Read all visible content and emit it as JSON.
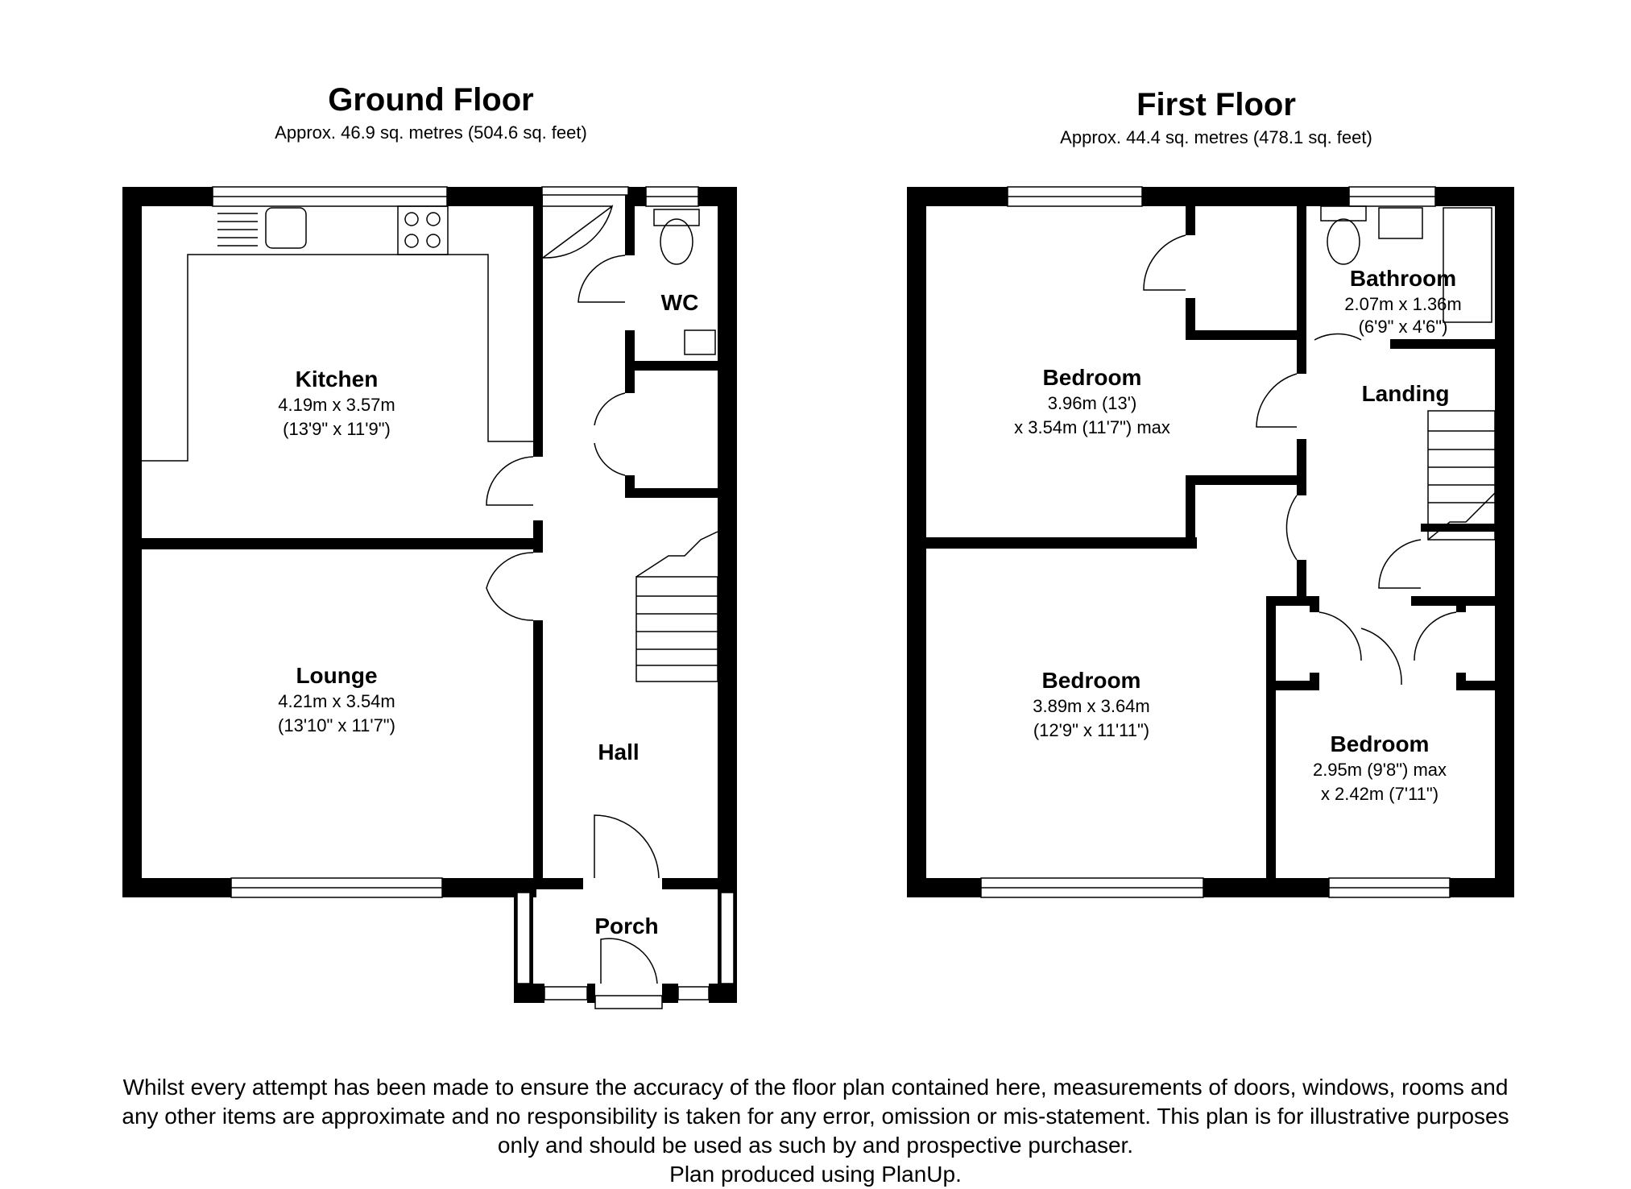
{
  "ground_floor": {
    "title": "Ground Floor",
    "area": "Approx. 46.9 sq. metres (504.6 sq. feet)",
    "rooms": [
      {
        "name": "Kitchen",
        "dims": [
          "4.19m x 3.57m",
          "(13'9\" x 11'9\")"
        ]
      },
      {
        "name": "Lounge",
        "dims": [
          "4.21m x 3.54m",
          "(13'10\" x 11'7\")"
        ]
      },
      {
        "name": "WC",
        "dims": []
      },
      {
        "name": "Hall",
        "dims": []
      },
      {
        "name": "Porch",
        "dims": []
      }
    ]
  },
  "first_floor": {
    "title": "First Floor",
    "area": "Approx. 44.4 sq. metres (478.1 sq. feet)",
    "rooms": [
      {
        "name": "Bedroom",
        "dims": [
          "3.96m (13')",
          "x 3.54m (11'7\") max"
        ]
      },
      {
        "name": "Bathroom",
        "dims": [
          "2.07m x 1.36m",
          "(6'9\" x 4'6\")"
        ]
      },
      {
        "name": "Landing",
        "dims": []
      },
      {
        "name": "Bedroom",
        "dims": [
          "3.89m x 3.64m",
          "(12'9\" x 11'11\")"
        ]
      },
      {
        "name": "Bedroom",
        "dims": [
          "2.95m (9'8\") max",
          "x 2.42m (7'11\")"
        ]
      }
    ]
  },
  "disclaimer": [
    "Whilst every attempt has been made to ensure the accuracy of the floor plan contained here, measurements of doors, windows, rooms and",
    "any other items are approximate and no responsibility is taken for any error, omission or mis-statement. This plan is for illustrative purposes",
    "only and should be used as such by and prospective purchaser.",
    "Plan produced using PlanUp."
  ]
}
